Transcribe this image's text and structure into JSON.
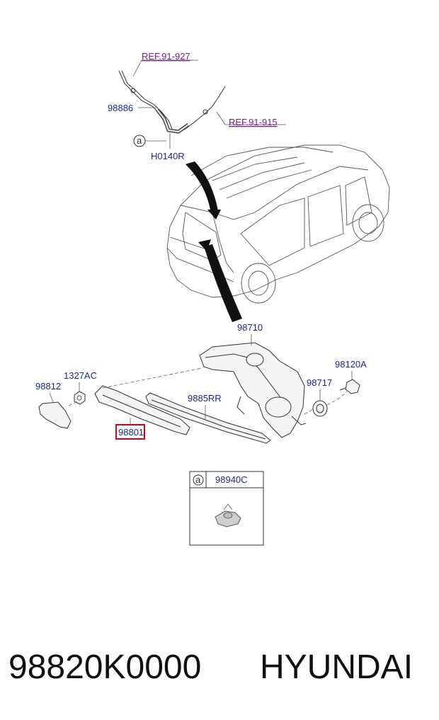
{
  "labels": {
    "ref_91_927": "REF.91-927",
    "ref_91_915": "REF.91-915",
    "p98886": "98886",
    "pH0140R": "H0140R",
    "circle_a": "a",
    "p98710": "98710",
    "p1327AC": "1327AC",
    "p98812": "98812",
    "p9885RR": "9885RR",
    "p98717": "98717",
    "p98120A": "98120A",
    "p98801": "98801",
    "p98940C": "98940C",
    "inset_a": "a"
  },
  "caption": {
    "part_number": "98820K0000",
    "brand": "HYUNDAI"
  },
  "colors": {
    "label_blue": "#1a2a8c",
    "ref_purple": "#7a1f8f",
    "highlight_red": "#d0021b"
  }
}
